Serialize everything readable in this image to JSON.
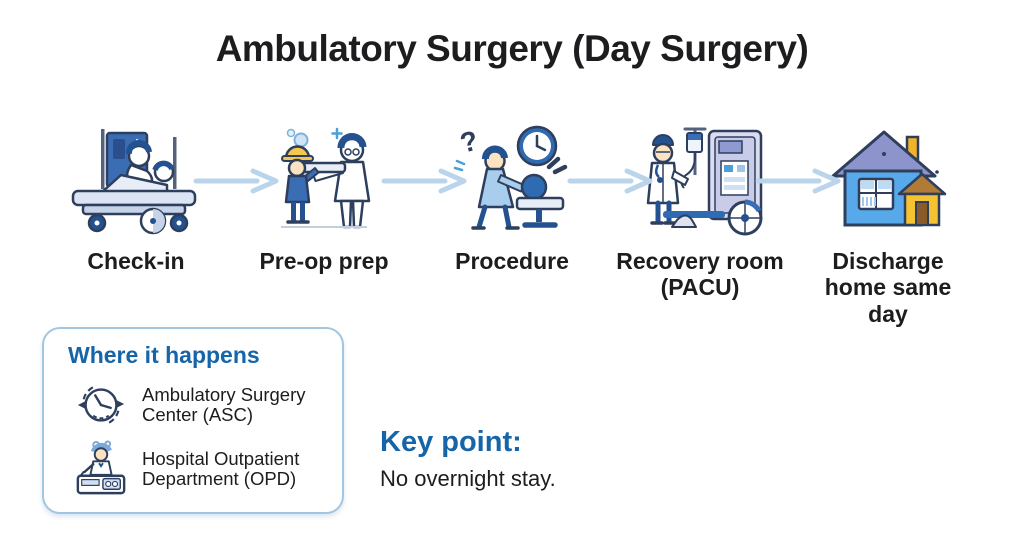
{
  "page": {
    "title": "Ambulatory Surgery (Day Surgery)"
  },
  "steps": [
    {
      "label": "Check-in",
      "icon": "hospital-bed-icon"
    },
    {
      "label": "Pre-op prep",
      "icon": "preop-prep-icon"
    },
    {
      "label": "Procedure",
      "icon": "procedure-clock-icon"
    },
    {
      "label": "Recovery room (PACU)",
      "icon": "recovery-equipment-icon"
    },
    {
      "label": "Discharge home same day",
      "icon": "house-icon"
    }
  ],
  "where_box": {
    "title": "Where it happens",
    "items": [
      {
        "label": "Ambulatory Surgery Center (ASC)",
        "icon": "clock-cycle-icon"
      },
      {
        "label": "Hospital Outpatient Department (OPD)",
        "icon": "reception-desk-icon"
      }
    ]
  },
  "key_point": {
    "title": "Key point:",
    "text": "No overnight stay."
  },
  "colors": {
    "accent_blue": "#1565a8",
    "arrow_blue": "#b9d4eb",
    "border_blue": "#a3c6e0",
    "text_dark": "#1d1d1f"
  }
}
